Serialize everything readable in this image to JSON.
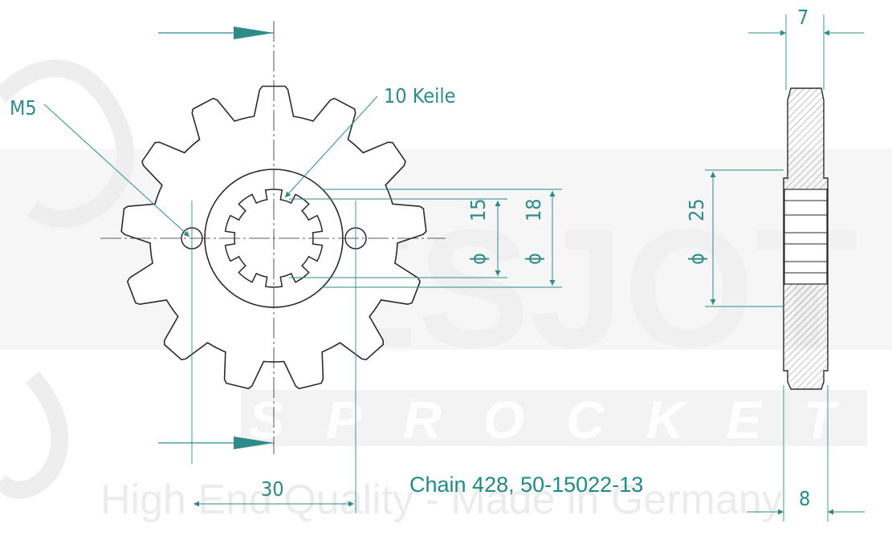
{
  "watermark": {
    "brand": "ESJOT",
    "subtitle": "SPROCKETS",
    "tagline": "High End Quality - Made in Germany"
  },
  "labels": {
    "thread": "M5",
    "splines": "10 Keile",
    "dia_15": "15",
    "dia_18": "18",
    "dia_25": "25",
    "phi": "ϕ",
    "width_top": "7",
    "width_bottom": "8",
    "bolt_spacing": "30",
    "caption": "Chain 428, 50-15022-13"
  },
  "sprocket": {
    "teeth": 13,
    "splines": 10
  },
  "colors": {
    "outline": "#2a2a2a",
    "dimension": "#2f8a8a",
    "caption": "#1f8a88",
    "watermark": "#eeeeee"
  }
}
